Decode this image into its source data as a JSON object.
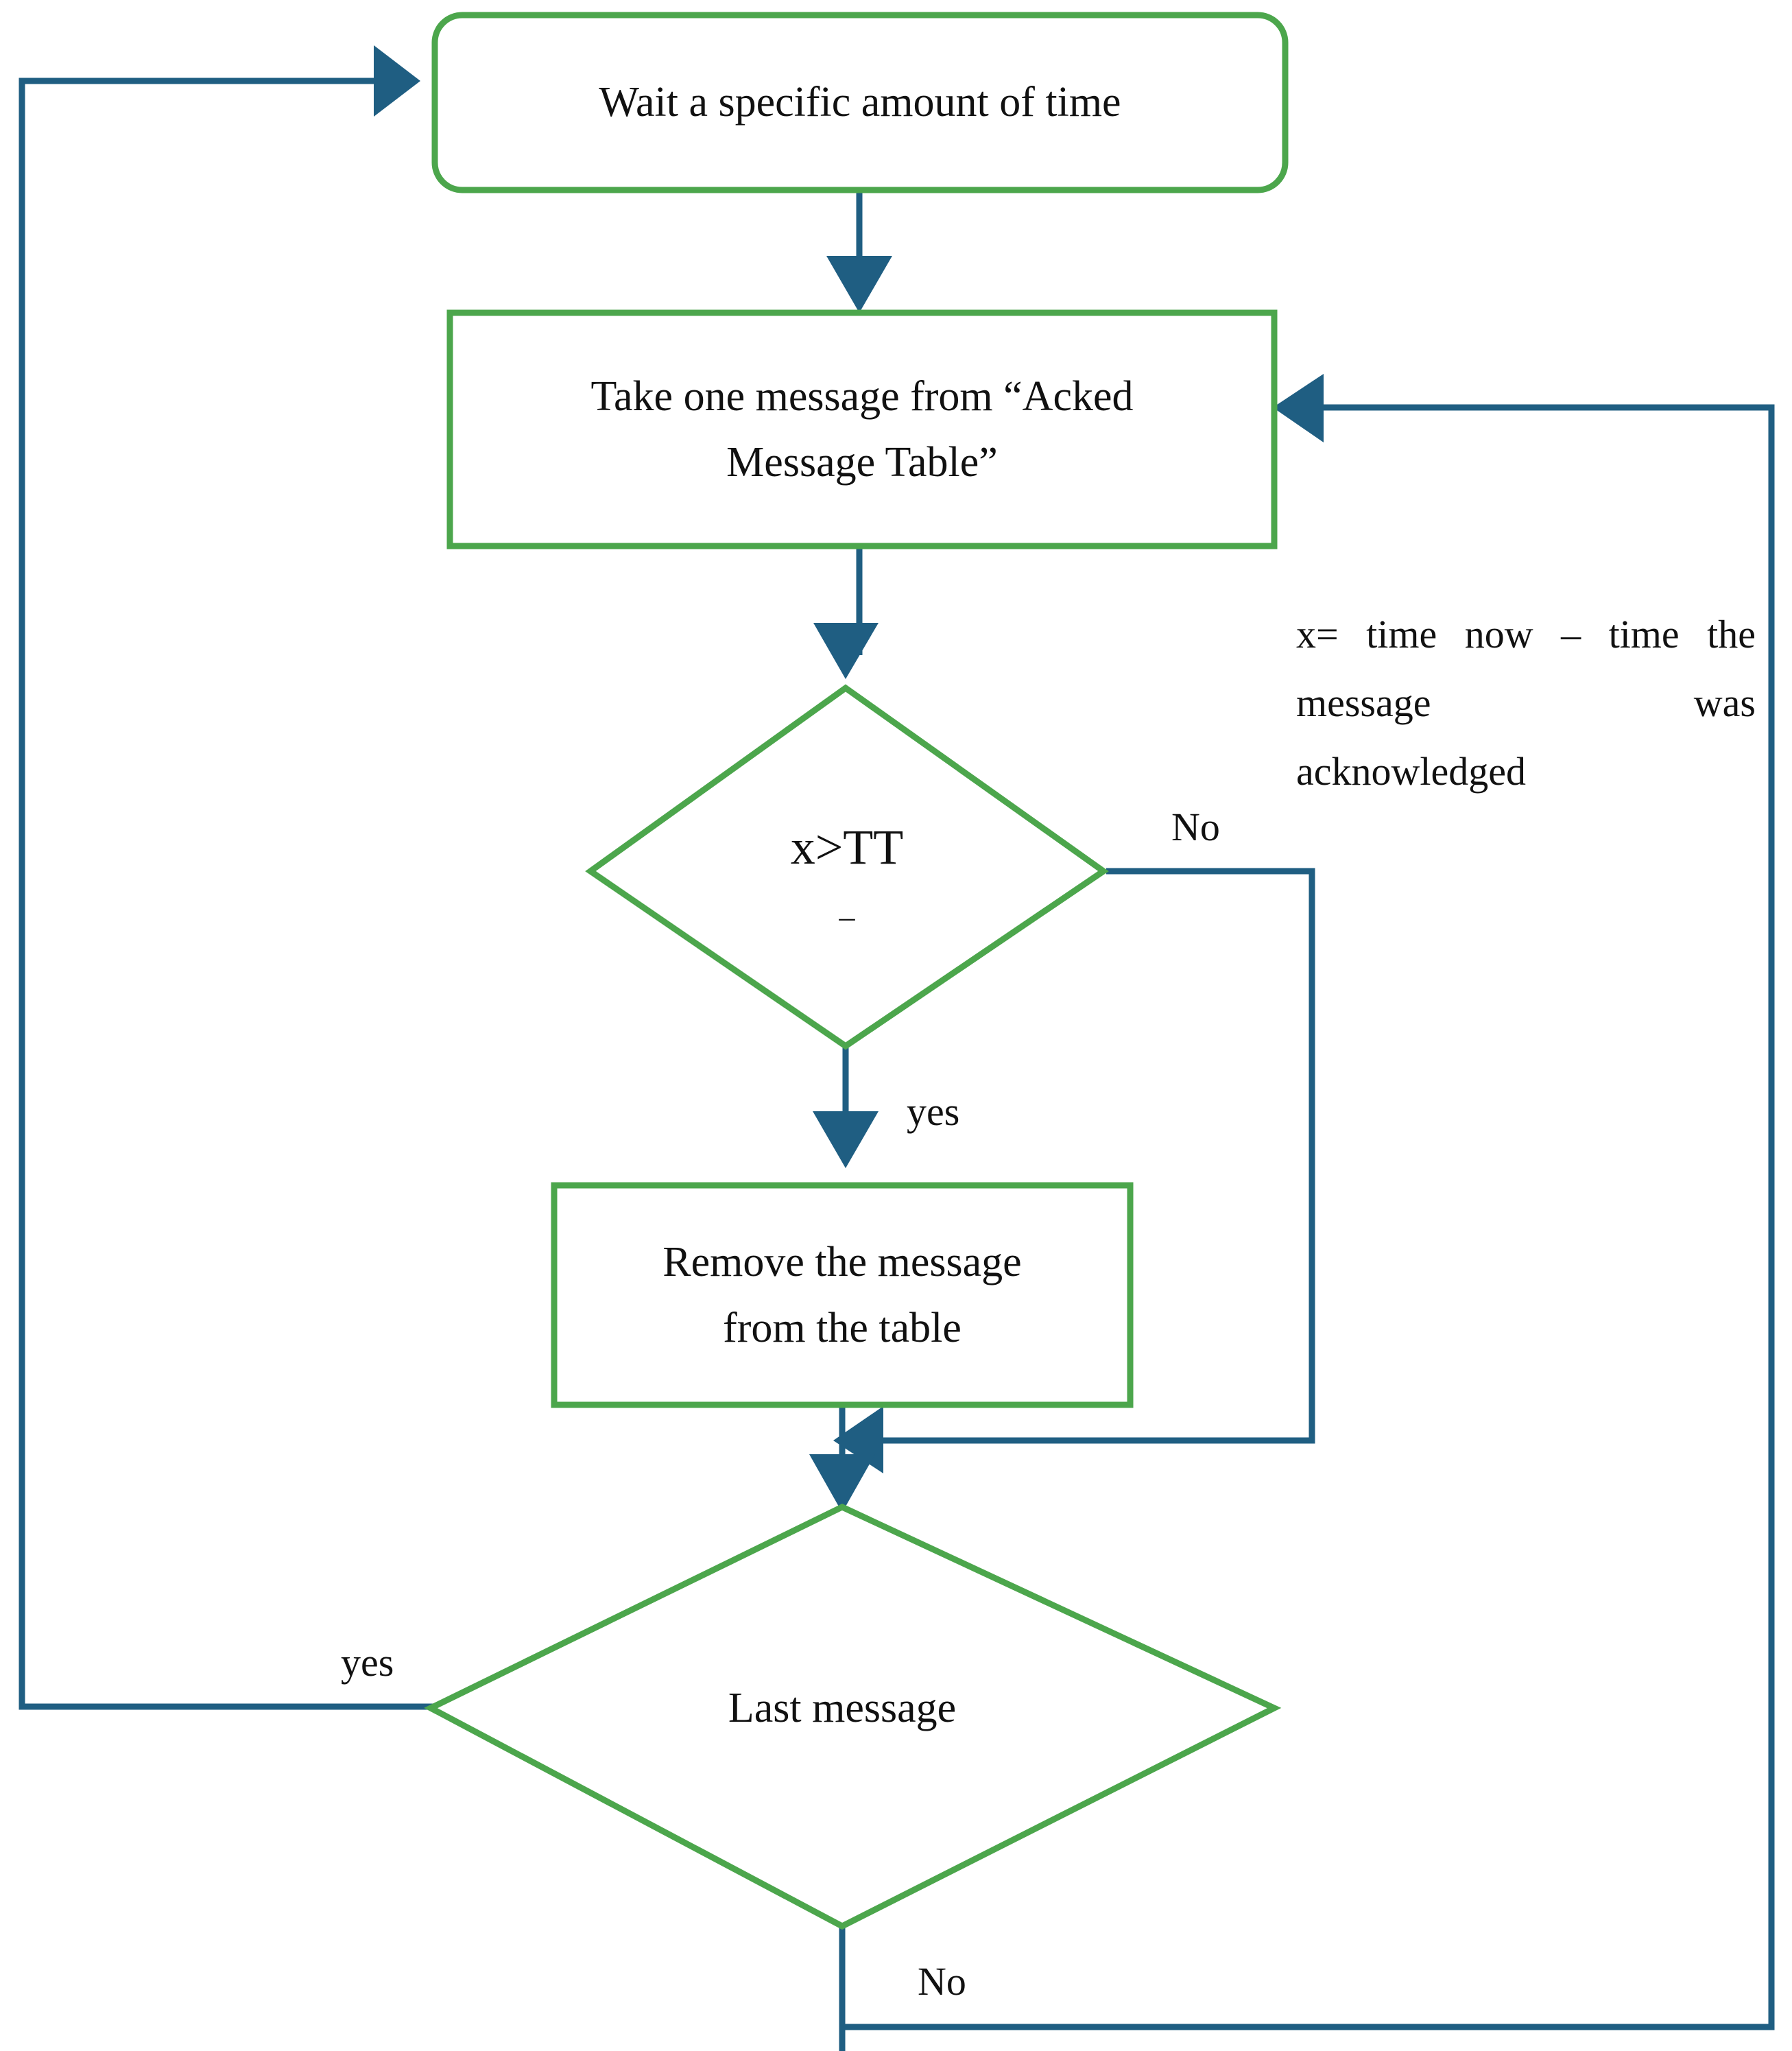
{
  "diagram": {
    "title": "Acked message table cleanup flowchart",
    "colors": {
      "node_border": "#4CA64C",
      "node_fill": "#FFFFFF",
      "connector": "#1F5E82",
      "text": "#111111",
      "background": "#FFFFFF"
    },
    "nodes": [
      {
        "id": "wait",
        "type": "rounded-rectangle",
        "lines": [
          "Wait a specific amount of time"
        ]
      },
      {
        "id": "take-message",
        "type": "rectangle",
        "lines": [
          "Take one message from “Acked",
          "Message Table”"
        ]
      },
      {
        "id": "x-gt-tt",
        "type": "decision",
        "lines": [
          "x>TT",
          "_"
        ]
      },
      {
        "id": "remove-message",
        "type": "rectangle",
        "lines": [
          "Remove the message",
          "from the table"
        ]
      },
      {
        "id": "last-message",
        "type": "decision",
        "lines": [
          "Last message"
        ]
      }
    ],
    "edge_labels": {
      "decision_x_no": "No",
      "decision_x_yes": "yes",
      "last_message_yes": "yes",
      "last_message_no": "No"
    },
    "annotation": {
      "lines": [
        "x= time now – time the",
        "message                     was",
        "acknowledged"
      ],
      "full_text": "x= time now – time the message was acknowledged"
    }
  }
}
